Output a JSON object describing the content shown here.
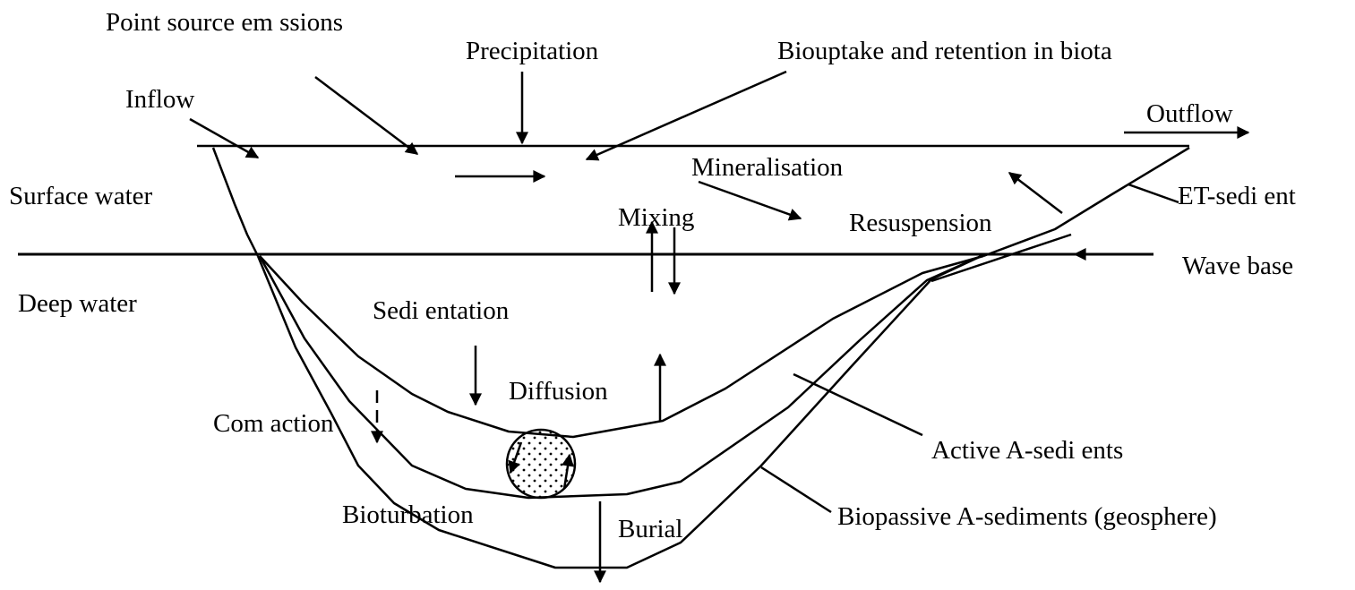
{
  "labels": {
    "point_source": "Point source em ssions",
    "precipitation": "Precipitation",
    "biouptake": "Biouptake and retention in biota",
    "inflow": "Inflow",
    "outflow": "Outflow",
    "surface_water": "Surface water",
    "mineralisation": "Mineralisation",
    "mixing": "Mixing",
    "resuspension": "Resuspension",
    "et_sediment": "ET-sedi ent",
    "wave_base": "Wave base",
    "deep_water": "Deep water",
    "sedimentation": "Sedi entation",
    "diffusion": "Diffusion",
    "compaction": "Com action",
    "active_sediments": "Active A-sedi ents",
    "bioturbation": "Bioturbation",
    "burial": "Burial",
    "biopassive_sediments": "Biopassive A-sediments (geosphere)"
  },
  "colors": {
    "ink": "#000000",
    "background": "#ffffff"
  }
}
